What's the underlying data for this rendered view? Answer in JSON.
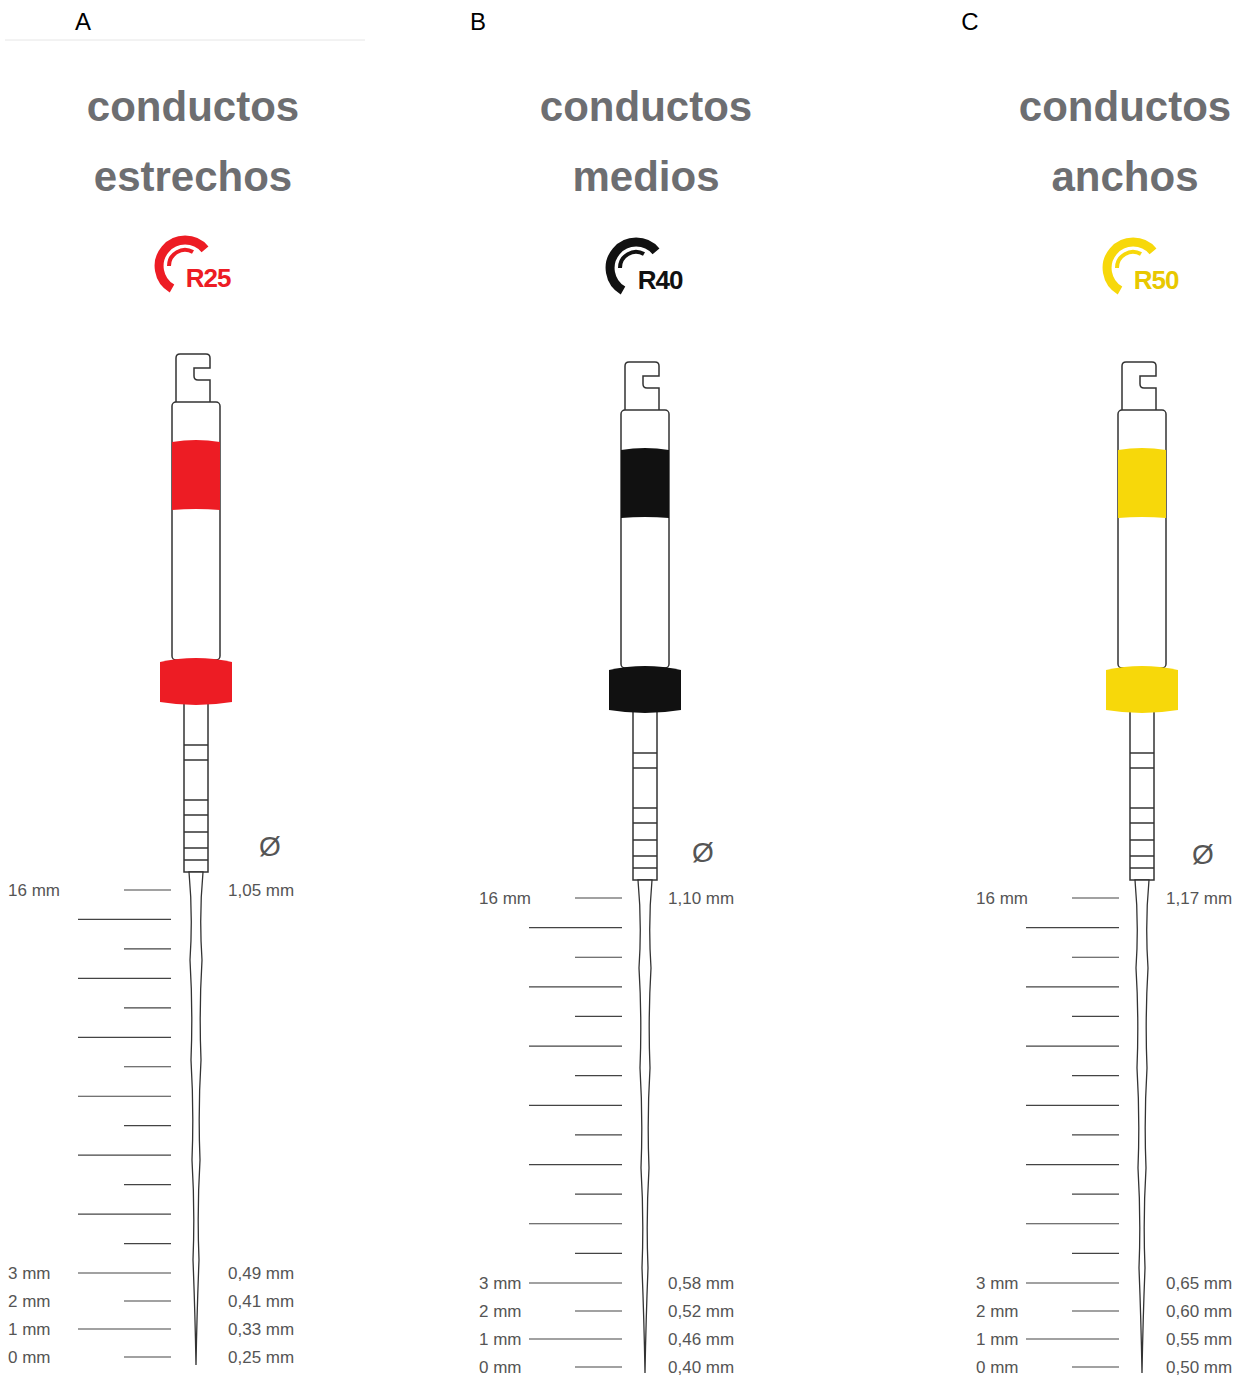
{
  "diagram": {
    "labels": [
      "A",
      "B",
      "C",
      "conductos estrechos",
      "R25",
      "Ø",
      "16 mm",
      "1,05 mm",
      "3 mm",
      "0,49 mm",
      "2 mm",
      "0,41 mm",
      "1 mm",
      "0,33 mm",
      "0 mm",
      "0,25 mm",
      "conductos medios",
      "R40",
      "Ø",
      "16 mm",
      "1,10 mm",
      "3 mm",
      "0,58 mm",
      "2 mm",
      "0,52 mm",
      "1 mm",
      "0,46 mm",
      "0 mm",
      "0,40 mm",
      "conductos anchos",
      "R50",
      "Ø",
      "16 mm",
      "1,17 mm",
      "3 mm",
      "0,65 mm",
      "2 mm",
      "0,60 mm",
      "1 mm",
      "0,55 mm",
      "0 mm",
      "0,50 mm"
    ]
  }
}
